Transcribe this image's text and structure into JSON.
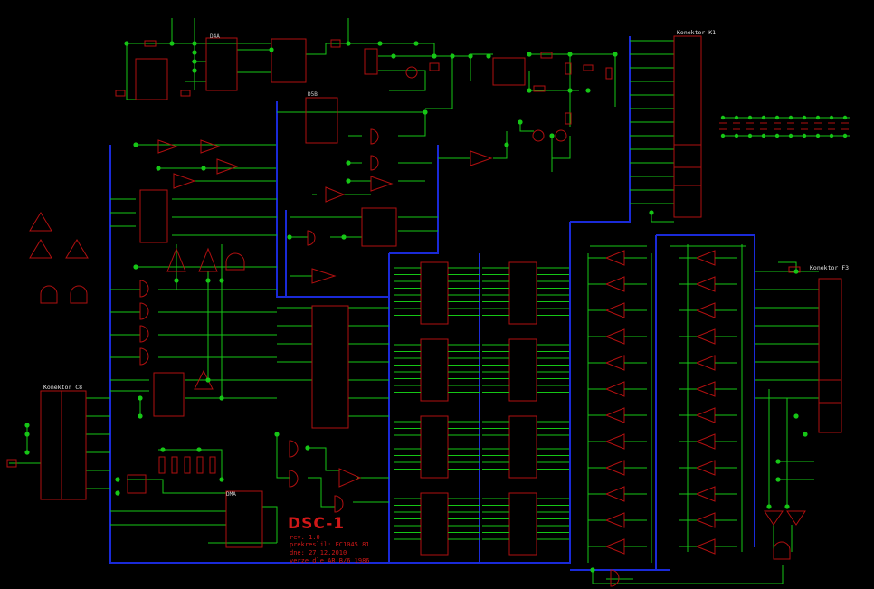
{
  "title": "DSC-1",
  "info": {
    "rev": "rev. 1.0",
    "author": "prekreslil: EC1045.81",
    "date": "dne: 27.12.2010",
    "source": "verze dle AR B/6 1986"
  },
  "connectors": {
    "k1": "Konektor K1",
    "c8": "Konektor C8",
    "f3": "Konektor F3"
  },
  "ic_labels": {
    "ic_top_a": "D4A",
    "ic_top_b": "D5B",
    "ic_bottom": "DMA"
  },
  "colors": {
    "wire": "#16c616",
    "bus": "#1a2ad8",
    "part": "#b01010",
    "text": "#d01818",
    "background": "#000000"
  }
}
